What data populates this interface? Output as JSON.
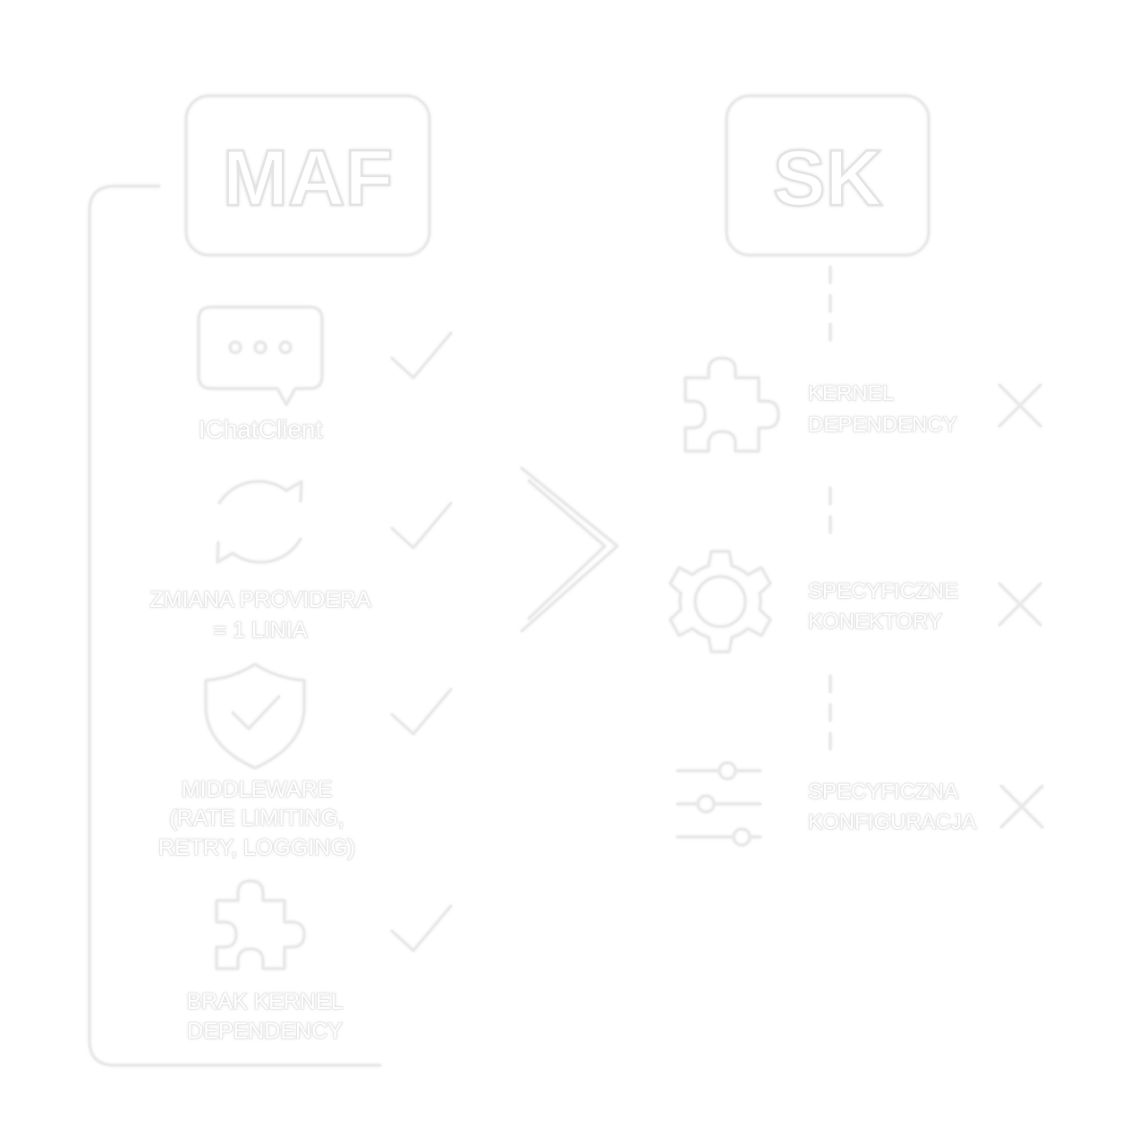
{
  "left_box": {
    "label": "MAF"
  },
  "right_box": {
    "label": "SK"
  },
  "left_items": [
    {
      "icon": "chat-bubble-icon",
      "lines": [
        "IChatClient"
      ]
    },
    {
      "icon": "refresh-icon",
      "lines": [
        "ZMIANA PROVIDERA",
        "= 1 LINIA"
      ]
    },
    {
      "icon": "shield-check-icon",
      "lines": [
        "MIDDLEWARE",
        "(RATE LIMITING,",
        "RETRY, LOGGING)"
      ]
    },
    {
      "icon": "puzzle-icon",
      "lines": [
        "BRAK KERNEL",
        "DEPENDENCY"
      ]
    }
  ],
  "right_items": [
    {
      "icon": "puzzle-icon",
      "lines": [
        "KERNEL",
        "DEPENDENCY"
      ]
    },
    {
      "icon": "gear-icon",
      "lines": [
        "SPECYFICZNE",
        "KONEKTORY"
      ]
    },
    {
      "icon": "sliders-icon",
      "lines": [
        "SPECYFICZNA",
        "KONFIGURACJA"
      ]
    }
  ],
  "colors": {
    "stroke": "#e9e9e9",
    "background": "#ffffff"
  }
}
